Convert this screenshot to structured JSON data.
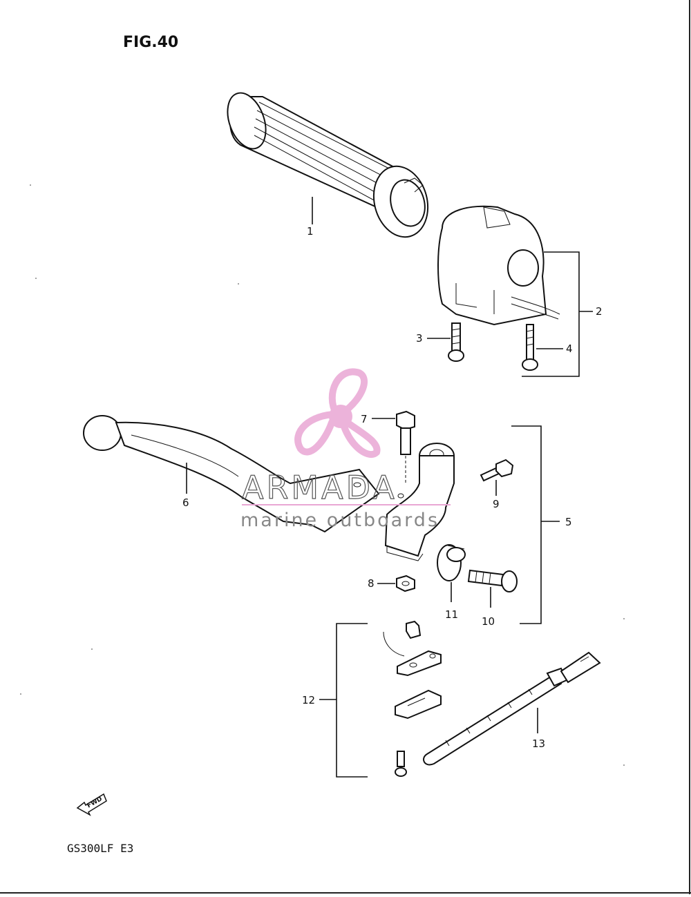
{
  "figure_title": "FIG.40",
  "model_code": "GS300LF  E3",
  "fwd_arrow_text": "FWD",
  "watermark": {
    "brand": "ARMADA",
    "tagline": "marine outboards",
    "logo_icon": "propeller-icon",
    "logo_color": "#e9a6d4",
    "text_color": "#555555"
  },
  "callouts": {
    "c1": "1",
    "c2": "2",
    "c3": "3",
    "c4": "4",
    "c5": "5",
    "c6": "6",
    "c7": "7",
    "c8": "8",
    "c9": "9",
    "c10": "10",
    "c11": "11",
    "c12": "12",
    "c13": "13"
  },
  "parts": [
    {
      "id": "1",
      "icon": "handlebar-grip-icon"
    },
    {
      "id": "2",
      "icon": "switch-housing-icon"
    },
    {
      "id": "3",
      "icon": "screw-icon"
    },
    {
      "id": "4",
      "icon": "long-screw-icon"
    },
    {
      "id": "5",
      "icon": "lever-bracket-icon"
    },
    {
      "id": "6",
      "icon": "clutch-lever-icon"
    },
    {
      "id": "7",
      "icon": "pivot-bolt-icon"
    },
    {
      "id": "8",
      "icon": "nut-icon"
    },
    {
      "id": "9",
      "icon": "bolt-icon"
    },
    {
      "id": "10",
      "icon": "adjuster-bolt-icon"
    },
    {
      "id": "11",
      "icon": "adjuster-nut-icon"
    },
    {
      "id": "12",
      "icon": "clutch-switch-icon"
    },
    {
      "id": "13",
      "icon": "cable-tie-icon"
    }
  ]
}
